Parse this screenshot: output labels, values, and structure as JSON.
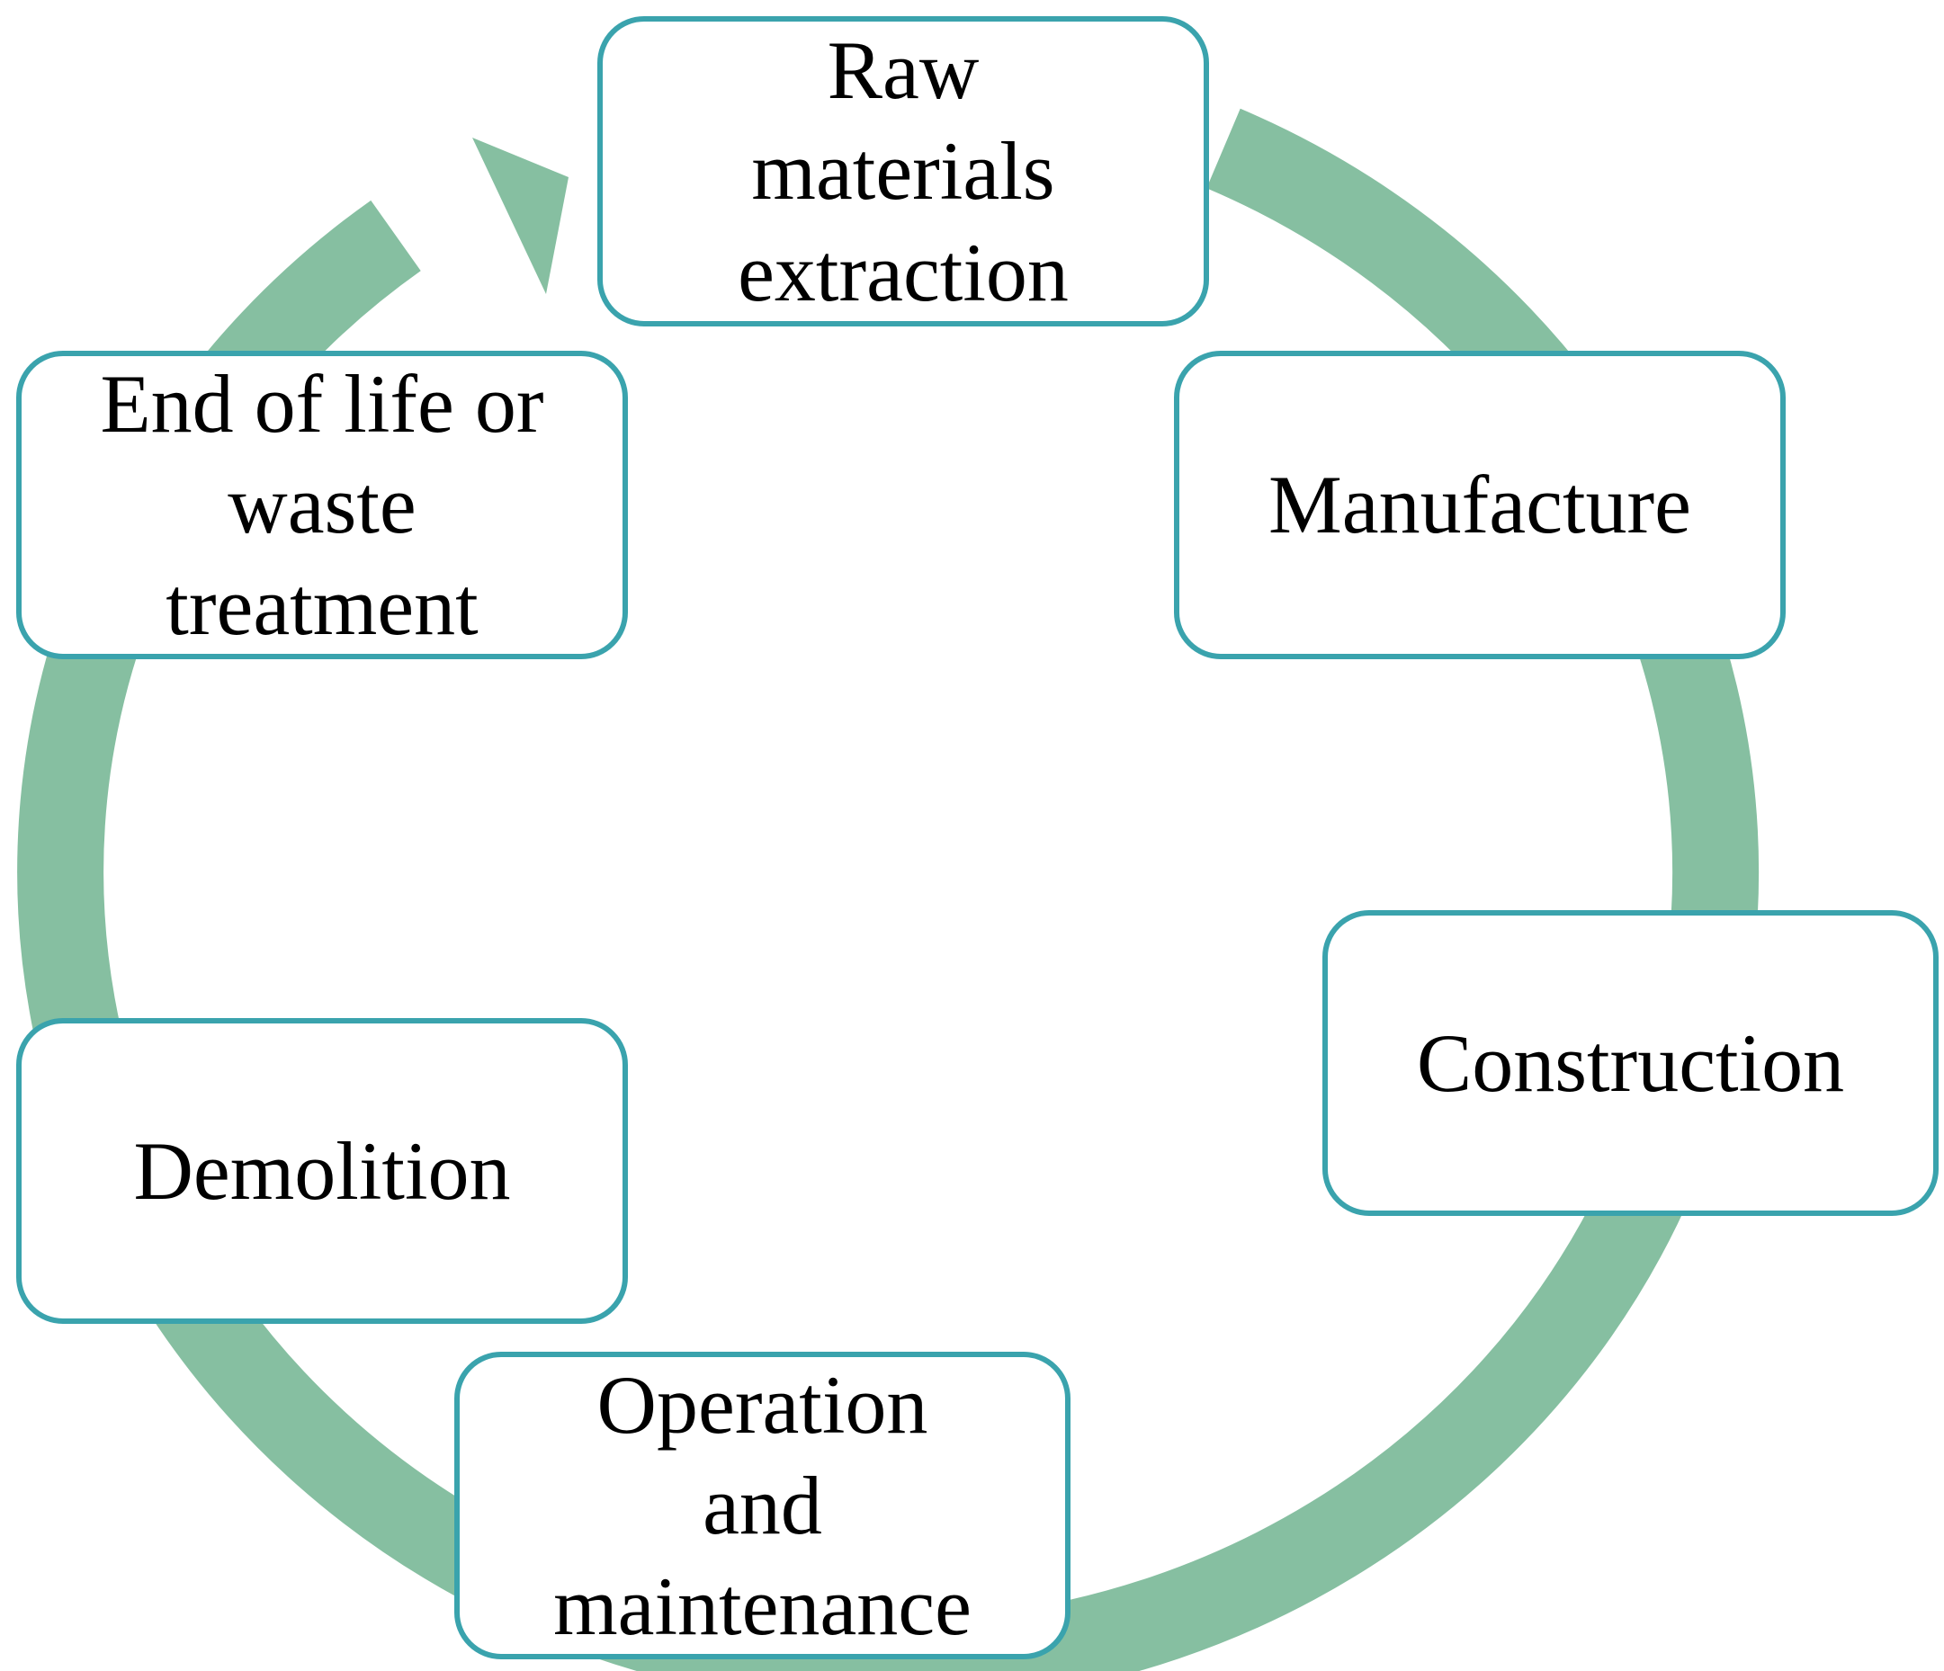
{
  "diagram": {
    "ring_color": "#86bfa1",
    "box_border_color": "#3aa3ad",
    "stages": [
      {
        "id": "raw",
        "label": "Raw\nmaterials\nextraction"
      },
      {
        "id": "manufacture",
        "label": "Manufacture"
      },
      {
        "id": "construction",
        "label": "Construction"
      },
      {
        "id": "operation",
        "label": "Operation\nand\nmaintenance"
      },
      {
        "id": "demolition",
        "label": "Demolition"
      },
      {
        "id": "eol",
        "label": "End of life or\nwaste\ntreatment"
      }
    ]
  }
}
